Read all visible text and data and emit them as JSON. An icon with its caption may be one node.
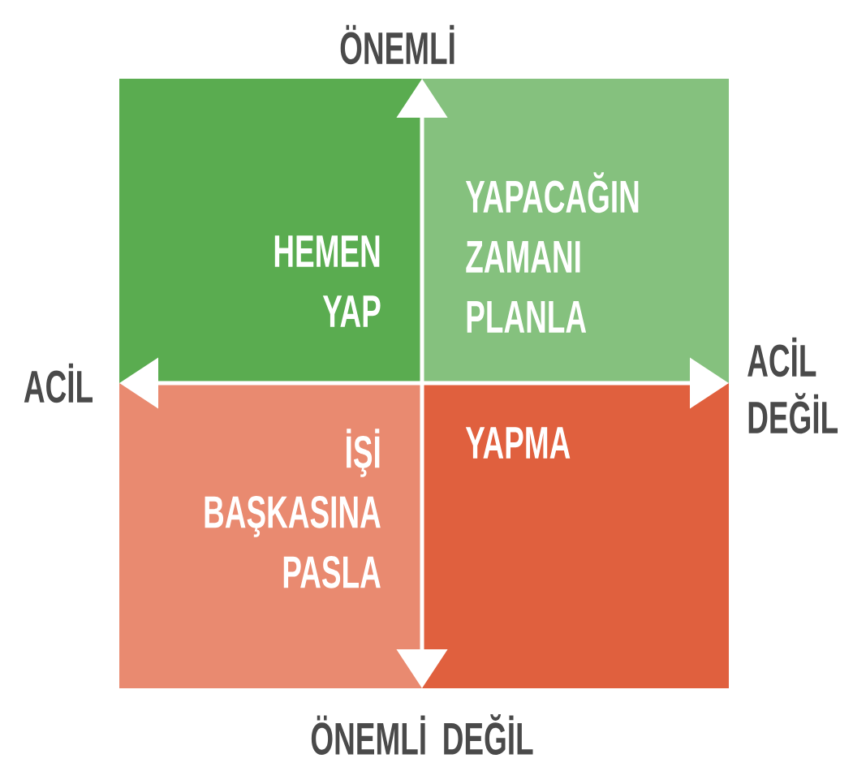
{
  "diagram": {
    "nodes": [
      {
        "text": [
          "HEMEN YAP"
        ]
      },
      {
        "text": [
          "YAPACAĞIN ZAMANI PLANLA"
        ]
      },
      {
        "text": [
          "İŞİ BAŞKASINA PASLA"
        ]
      },
      {
        "text": [
          "YAPMA"
        ]
      }
    ],
    "labels": [
      "ÖNEMLİ",
      "ACİL",
      "ACİL DEĞİL",
      "ÖNEMLİ DEĞİL"
    ]
  }
}
